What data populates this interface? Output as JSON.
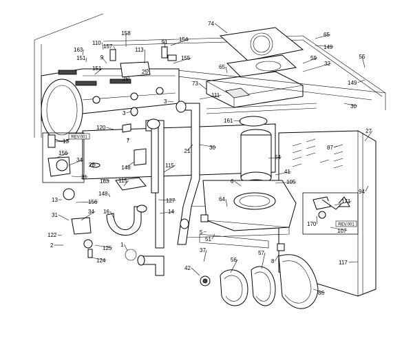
{
  "callouts": [
    {
      "id": "c74",
      "label": "74"
    },
    {
      "id": "c65a",
      "label": "65"
    },
    {
      "id": "c149a",
      "label": "149"
    },
    {
      "id": "c55",
      "label": "55"
    },
    {
      "id": "c158",
      "label": "158"
    },
    {
      "id": "c91",
      "label": "91"
    },
    {
      "id": "c154",
      "label": "154"
    },
    {
      "id": "c110",
      "label": "110"
    },
    {
      "id": "c157",
      "label": "157"
    },
    {
      "id": "c163a",
      "label": "163"
    },
    {
      "id": "c151a",
      "label": "151"
    },
    {
      "id": "c9",
      "label": "9"
    },
    {
      "id": "c113",
      "label": "113"
    },
    {
      "id": "c155",
      "label": "155"
    },
    {
      "id": "c59",
      "label": "59"
    },
    {
      "id": "c32",
      "label": "32"
    },
    {
      "id": "c65b",
      "label": "65"
    },
    {
      "id": "c151b",
      "label": "151"
    },
    {
      "id": "c25a",
      "label": "25"
    },
    {
      "id": "c25b",
      "label": "25"
    },
    {
      "id": "c73",
      "label": "73"
    },
    {
      "id": "c149b",
      "label": "149"
    },
    {
      "id": "c111",
      "label": "111"
    },
    {
      "id": "c3a",
      "label": "3"
    },
    {
      "id": "c3b",
      "label": "3"
    },
    {
      "id": "c30a",
      "label": "30"
    },
    {
      "id": "c161",
      "label": "161"
    },
    {
      "id": "c120",
      "label": "120"
    },
    {
      "id": "c7",
      "label": "7"
    },
    {
      "id": "c27",
      "label": "27"
    },
    {
      "id": "c87",
      "label": "87"
    },
    {
      "id": "c21",
      "label": "21"
    },
    {
      "id": "c30b",
      "label": "30"
    },
    {
      "id": "c54",
      "label": "54"
    },
    {
      "id": "c13a",
      "label": "13"
    },
    {
      "id": "c156a",
      "label": "156"
    },
    {
      "id": "c34a",
      "label": "34"
    },
    {
      "id": "c28",
      "label": "28"
    },
    {
      "id": "c148a",
      "label": "148"
    },
    {
      "id": "c115a",
      "label": "115"
    },
    {
      "id": "c41",
      "label": "41"
    },
    {
      "id": "c31a",
      "label": "31"
    },
    {
      "id": "c163b",
      "label": "163"
    },
    {
      "id": "c6",
      "label": "6"
    },
    {
      "id": "c105",
      "label": "105"
    },
    {
      "id": "c94",
      "label": "94"
    },
    {
      "id": "c115b",
      "label": "115"
    },
    {
      "id": "c148b",
      "label": "148"
    },
    {
      "id": "c13b",
      "label": "13"
    },
    {
      "id": "c156b",
      "label": "156"
    },
    {
      "id": "c127",
      "label": "127"
    },
    {
      "id": "c64",
      "label": "64"
    },
    {
      "id": "c171",
      "label": "171"
    },
    {
      "id": "c16",
      "label": "16"
    },
    {
      "id": "c14",
      "label": "14"
    },
    {
      "id": "c31b",
      "label": "31"
    },
    {
      "id": "c34b",
      "label": "34"
    },
    {
      "id": "c170",
      "label": "170"
    },
    {
      "id": "c107",
      "label": "107"
    },
    {
      "id": "c122",
      "label": "122"
    },
    {
      "id": "c5",
      "label": "5"
    },
    {
      "id": "c51",
      "label": "51"
    },
    {
      "id": "c2",
      "label": "2"
    },
    {
      "id": "c125",
      "label": "125"
    },
    {
      "id": "c1",
      "label": "1"
    },
    {
      "id": "c124",
      "label": "124"
    },
    {
      "id": "c37",
      "label": "37"
    },
    {
      "id": "c57",
      "label": "57"
    },
    {
      "id": "c8",
      "label": "8"
    },
    {
      "id": "c117",
      "label": "117"
    },
    {
      "id": "c42",
      "label": "42"
    },
    {
      "id": "c56",
      "label": "56"
    },
    {
      "id": "c86",
      "label": "86"
    }
  ],
  "rev_tags": [
    {
      "id": "rev-left",
      "label": "REV.001"
    },
    {
      "id": "rev-right",
      "label": "REV.001"
    }
  ]
}
